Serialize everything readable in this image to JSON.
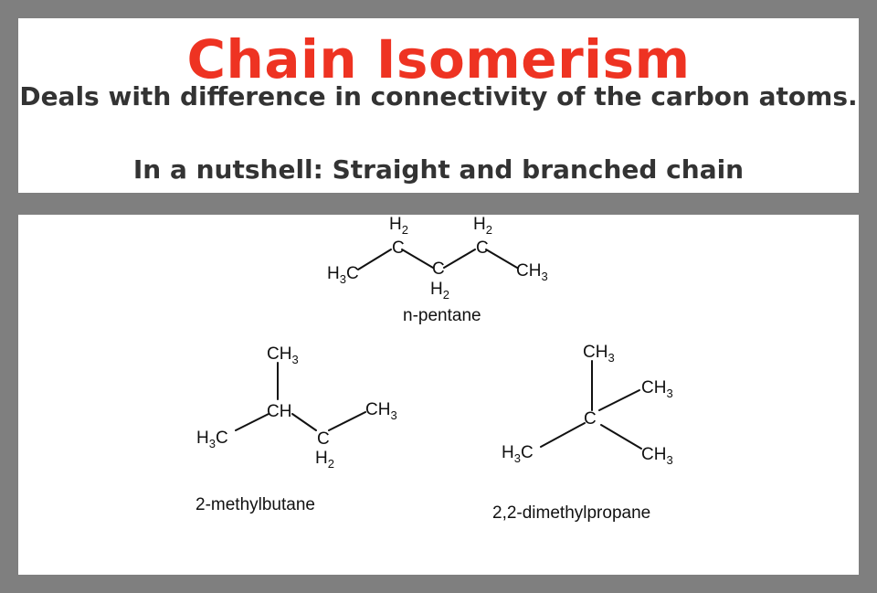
{
  "header": {
    "title": "Chain Isomerism",
    "line1": "Deals with difference in connectivity of the carbon atoms.",
    "line2": "In a nutshell: Straight and branched chain"
  },
  "structures": {
    "n_pentane": {
      "name": "n-pentane",
      "atom_left": "H",
      "atom_left_sub": "3",
      "atom_left_c": "C",
      "atom_c2": "H",
      "atom_c2_sub": "2",
      "atom_c2_c": "C",
      "atom_c3_c": "C",
      "atom_c3": "H",
      "atom_c3_sub": "2",
      "atom_c4": "H",
      "atom_c4_sub": "2",
      "atom_c4_c": "C",
      "atom_right": "CH",
      "atom_right_sub": "3"
    },
    "methylbutane": {
      "name": "2-methylbutane",
      "top": "CH",
      "top_sub": "3",
      "ch": "CH",
      "left_h": "H",
      "left_sub": "3",
      "left_c": "C",
      "c3_c": "C",
      "c3_h": "H",
      "c3_sub": "2",
      "right": "CH",
      "right_sub": "3"
    },
    "dimethylpropane": {
      "name": "2,2-dimethylpropane",
      "top": "CH",
      "top_sub": "3",
      "upper_right": "CH",
      "upper_right_sub": "3",
      "center": "C",
      "left_h": "H",
      "left_sub": "3",
      "left_c": "C",
      "lower_right": "CH",
      "lower_right_sub": "3"
    }
  }
}
